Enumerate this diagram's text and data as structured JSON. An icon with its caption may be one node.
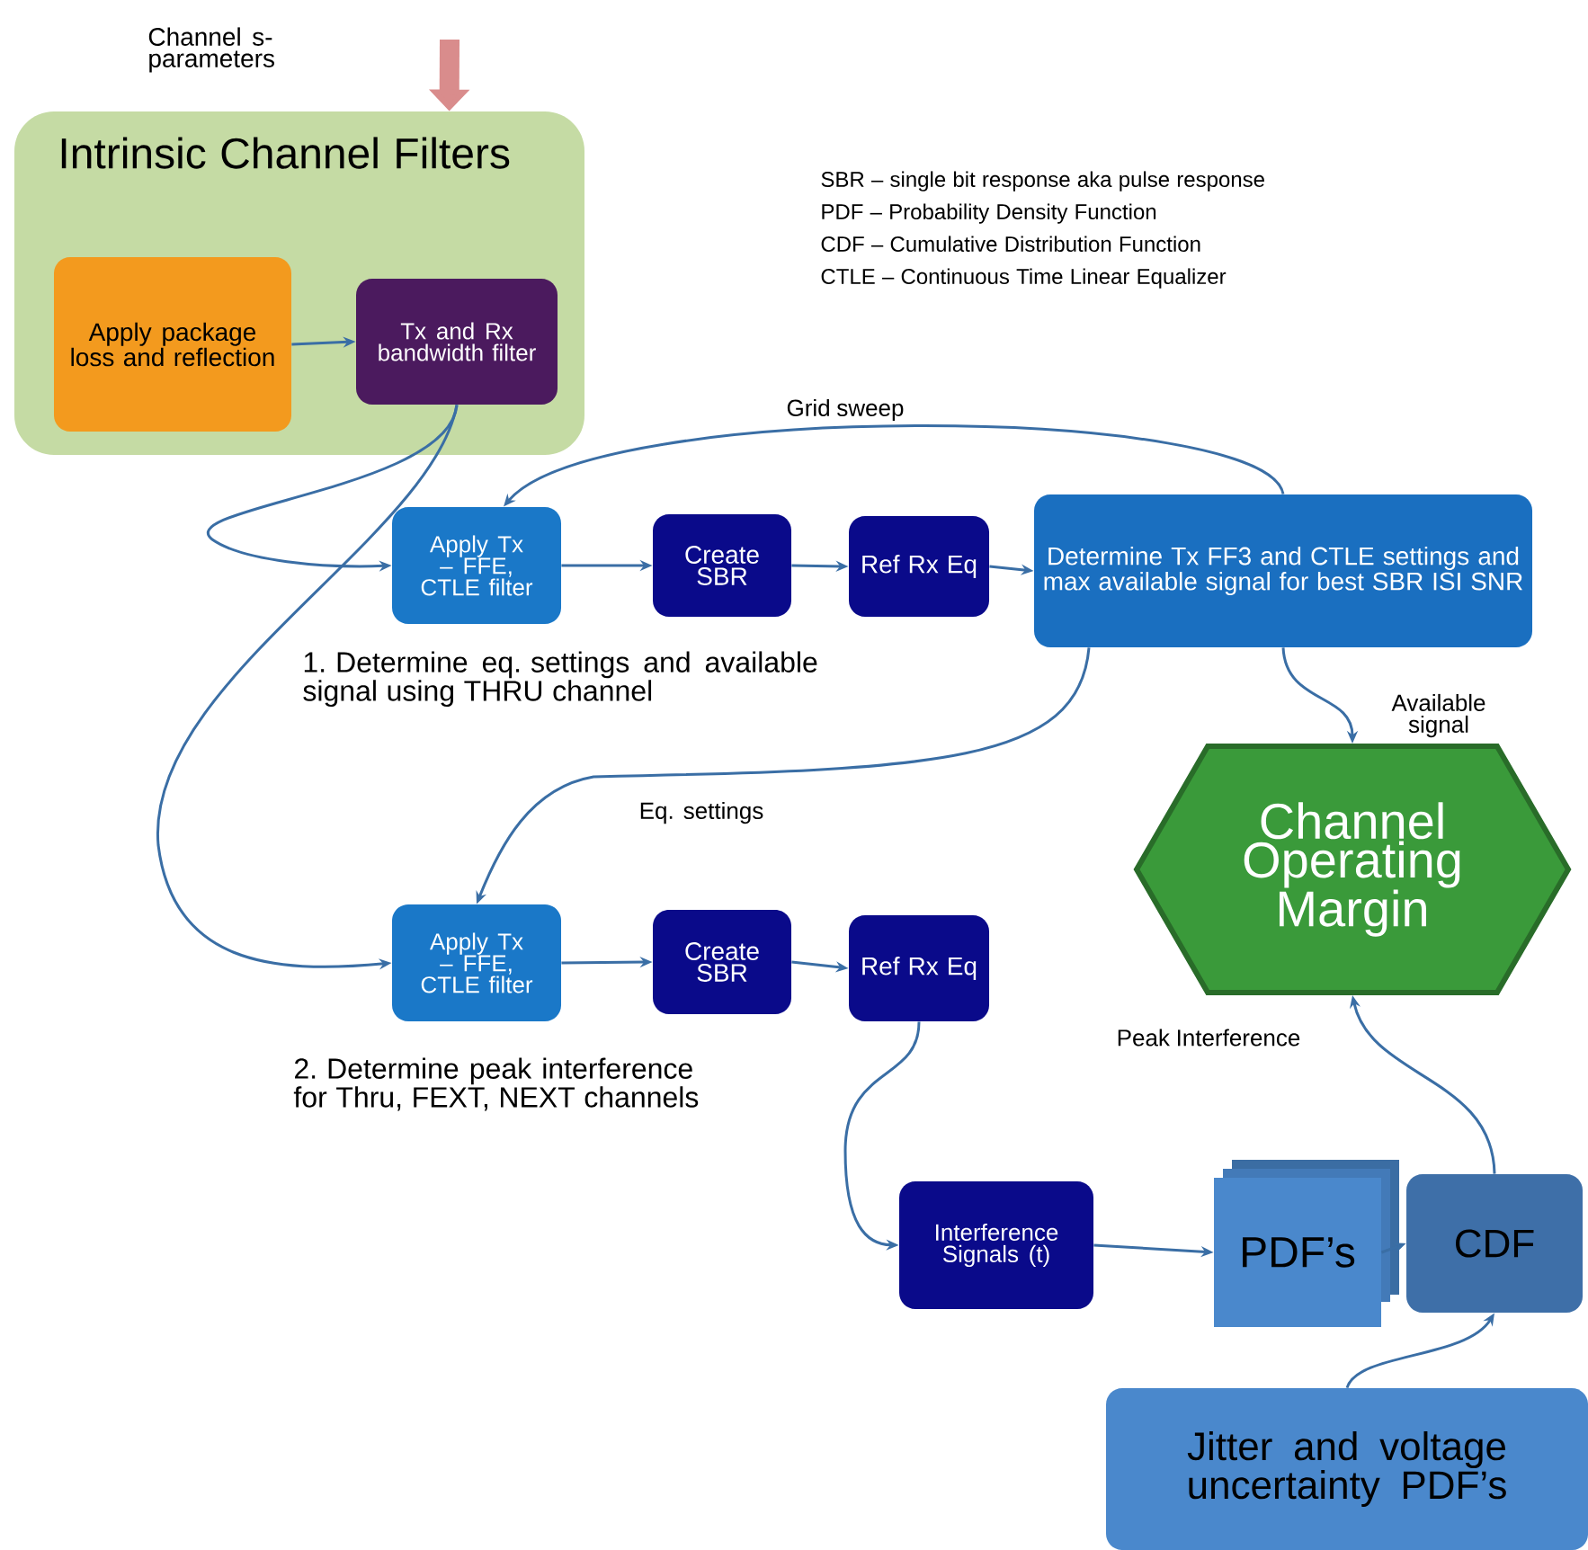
{
  "diagram": {
    "nodes": [
      {
        "text": [
          "Intrinsic Channel Filters"
        ]
      },
      {
        "text": [
          "Apply package loss and reflection"
        ],
        "in": 0
      },
      {
        "text": [
          "Tx and Rx bandwidth filter"
        ],
        "in": 0
      },
      {
        "text": [
          "Apply Tx – FFE, CTLE filter"
        ]
      },
      {
        "text": [
          "Create SBR"
        ]
      },
      {
        "text": [
          "Ref Rx Eq"
        ]
      },
      {
        "text": [
          "Determine Tx FF3 and CTLE settings and max available signal for best SBR ISI SNR"
        ]
      },
      {
        "text": [
          "Apply Tx – FFE, CTLE filter"
        ]
      },
      {
        "text": [
          "Create SBR"
        ]
      },
      {
        "text": [
          "Ref Rx Eq"
        ]
      },
      {
        "text": [
          "Channel Operating Margin"
        ]
      },
      {
        "text": [
          "Interference Signals (t)"
        ]
      },
      {
        "text": [
          "PDF’s"
        ]
      },
      {
        "text": [
          "CDF"
        ]
      },
      {
        "text": [
          "Jitter and voltage uncertainty PDF’s"
        ]
      }
    ],
    "edges": [
      {
        "from": null,
        "to": 0,
        "arrow": "to",
        "style": "thick",
        "color": "#d98c8c"
      },
      {
        "from": 1,
        "to": 2,
        "arrow": "to"
      },
      {
        "from": 2,
        "to": 3,
        "arrow": "to"
      },
      {
        "from": 2,
        "to": 7,
        "arrow": "to"
      },
      {
        "from": 3,
        "to": 4,
        "arrow": "to"
      },
      {
        "from": 4,
        "to": 5,
        "arrow": "to"
      },
      {
        "from": 5,
        "to": 6,
        "arrow": "to"
      },
      {
        "from": 6,
        "to": 3,
        "arrow": "to",
        "label": "Grid sweep"
      },
      {
        "from": 6,
        "to": 7,
        "arrow": "to",
        "label": "Eq. settings"
      },
      {
        "from": 6,
        "to": 10,
        "arrow": "to",
        "label": "Available signal"
      },
      {
        "from": 7,
        "to": 8,
        "arrow": "to"
      },
      {
        "from": 8,
        "to": 9,
        "arrow": "to"
      },
      {
        "from": 9,
        "to": 11,
        "arrow": "to"
      },
      {
        "from": 11,
        "to": 12,
        "arrow": "to"
      },
      {
        "from": 12,
        "to": 13,
        "arrow": "to"
      },
      {
        "from": 13,
        "to": 10,
        "arrow": "to",
        "label": "Peak Interference"
      },
      {
        "from": 14,
        "to": 13,
        "arrow": "to"
      }
    ],
    "labels": [
      "Channel s-parameters",
      "SBR – single bit response aka pulse response",
      "PDF – Probability Density Function",
      "CDF – Cumulative Distribution Function",
      "CTLE – Continuous Time Linear Equalizer",
      "1. Determine eq. settings and available signal using THRU channel",
      "2. Determine peak interference for Thru, FEXT, NEXT channels"
    ]
  }
}
